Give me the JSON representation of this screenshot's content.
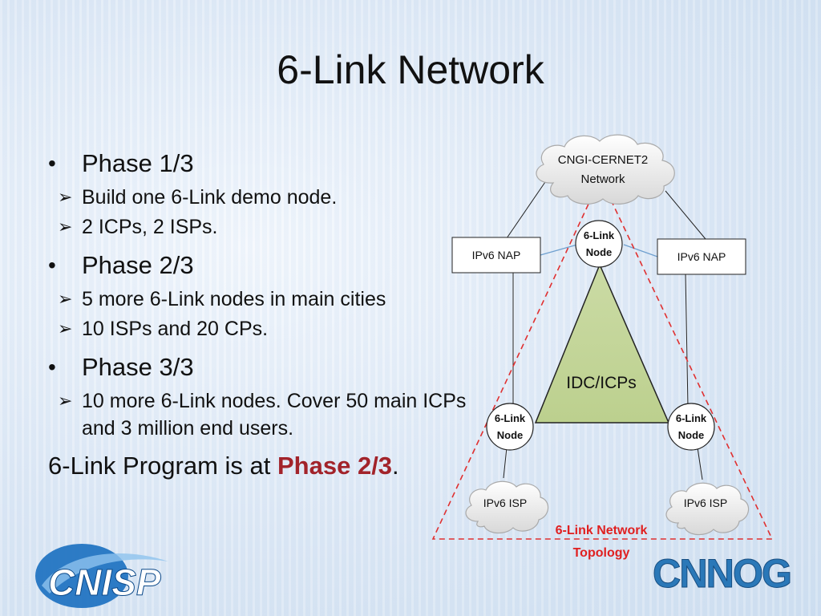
{
  "slide": {
    "title": "6-Link Network"
  },
  "phases": [
    {
      "label": "Phase 1/3",
      "items": [
        "Build one 6-Link demo node.",
        "2 ICPs, 2 ISPs."
      ]
    },
    {
      "label": "Phase 2/3",
      "items": [
        "5 more 6-Link nodes in main cities",
        "10 ISPs and 20 CPs."
      ]
    },
    {
      "label": "Phase 3/3",
      "items": [
        "10 more 6-Link nodes. Cover 50 main ICPs and 3 million end users."
      ]
    }
  ],
  "bullet_glyph": "•",
  "arrow_glyph": "➢",
  "program": {
    "prefix": "6-Link Program is at ",
    "highlight": "Phase 2/3",
    "suffix": ".",
    "highlight_color": "#a2232a"
  },
  "diagram": {
    "cloud_top_line1": "CNGI-CERNET2",
    "cloud_top_line2": "Network",
    "nap_left": "IPv6 NAP",
    "nap_right": "IPv6 NAP",
    "node_top_line1": "6-Link",
    "node_top_line2": "Node",
    "node_left_line1": "6-Link",
    "node_left_line2": "Node",
    "node_right_line1": "6-Link",
    "node_right_line2": "Node",
    "center_label": "IDC/ICPs",
    "isp_left": "IPv6 ISP",
    "isp_right": "IPv6 ISP",
    "topology_line1": "6-Link Network",
    "topology_line2": "Topology",
    "triangle_fill": "#c3d59b",
    "dash_color": "#e03030"
  },
  "logos": {
    "left": "CNISP",
    "right": "CNNOG"
  }
}
